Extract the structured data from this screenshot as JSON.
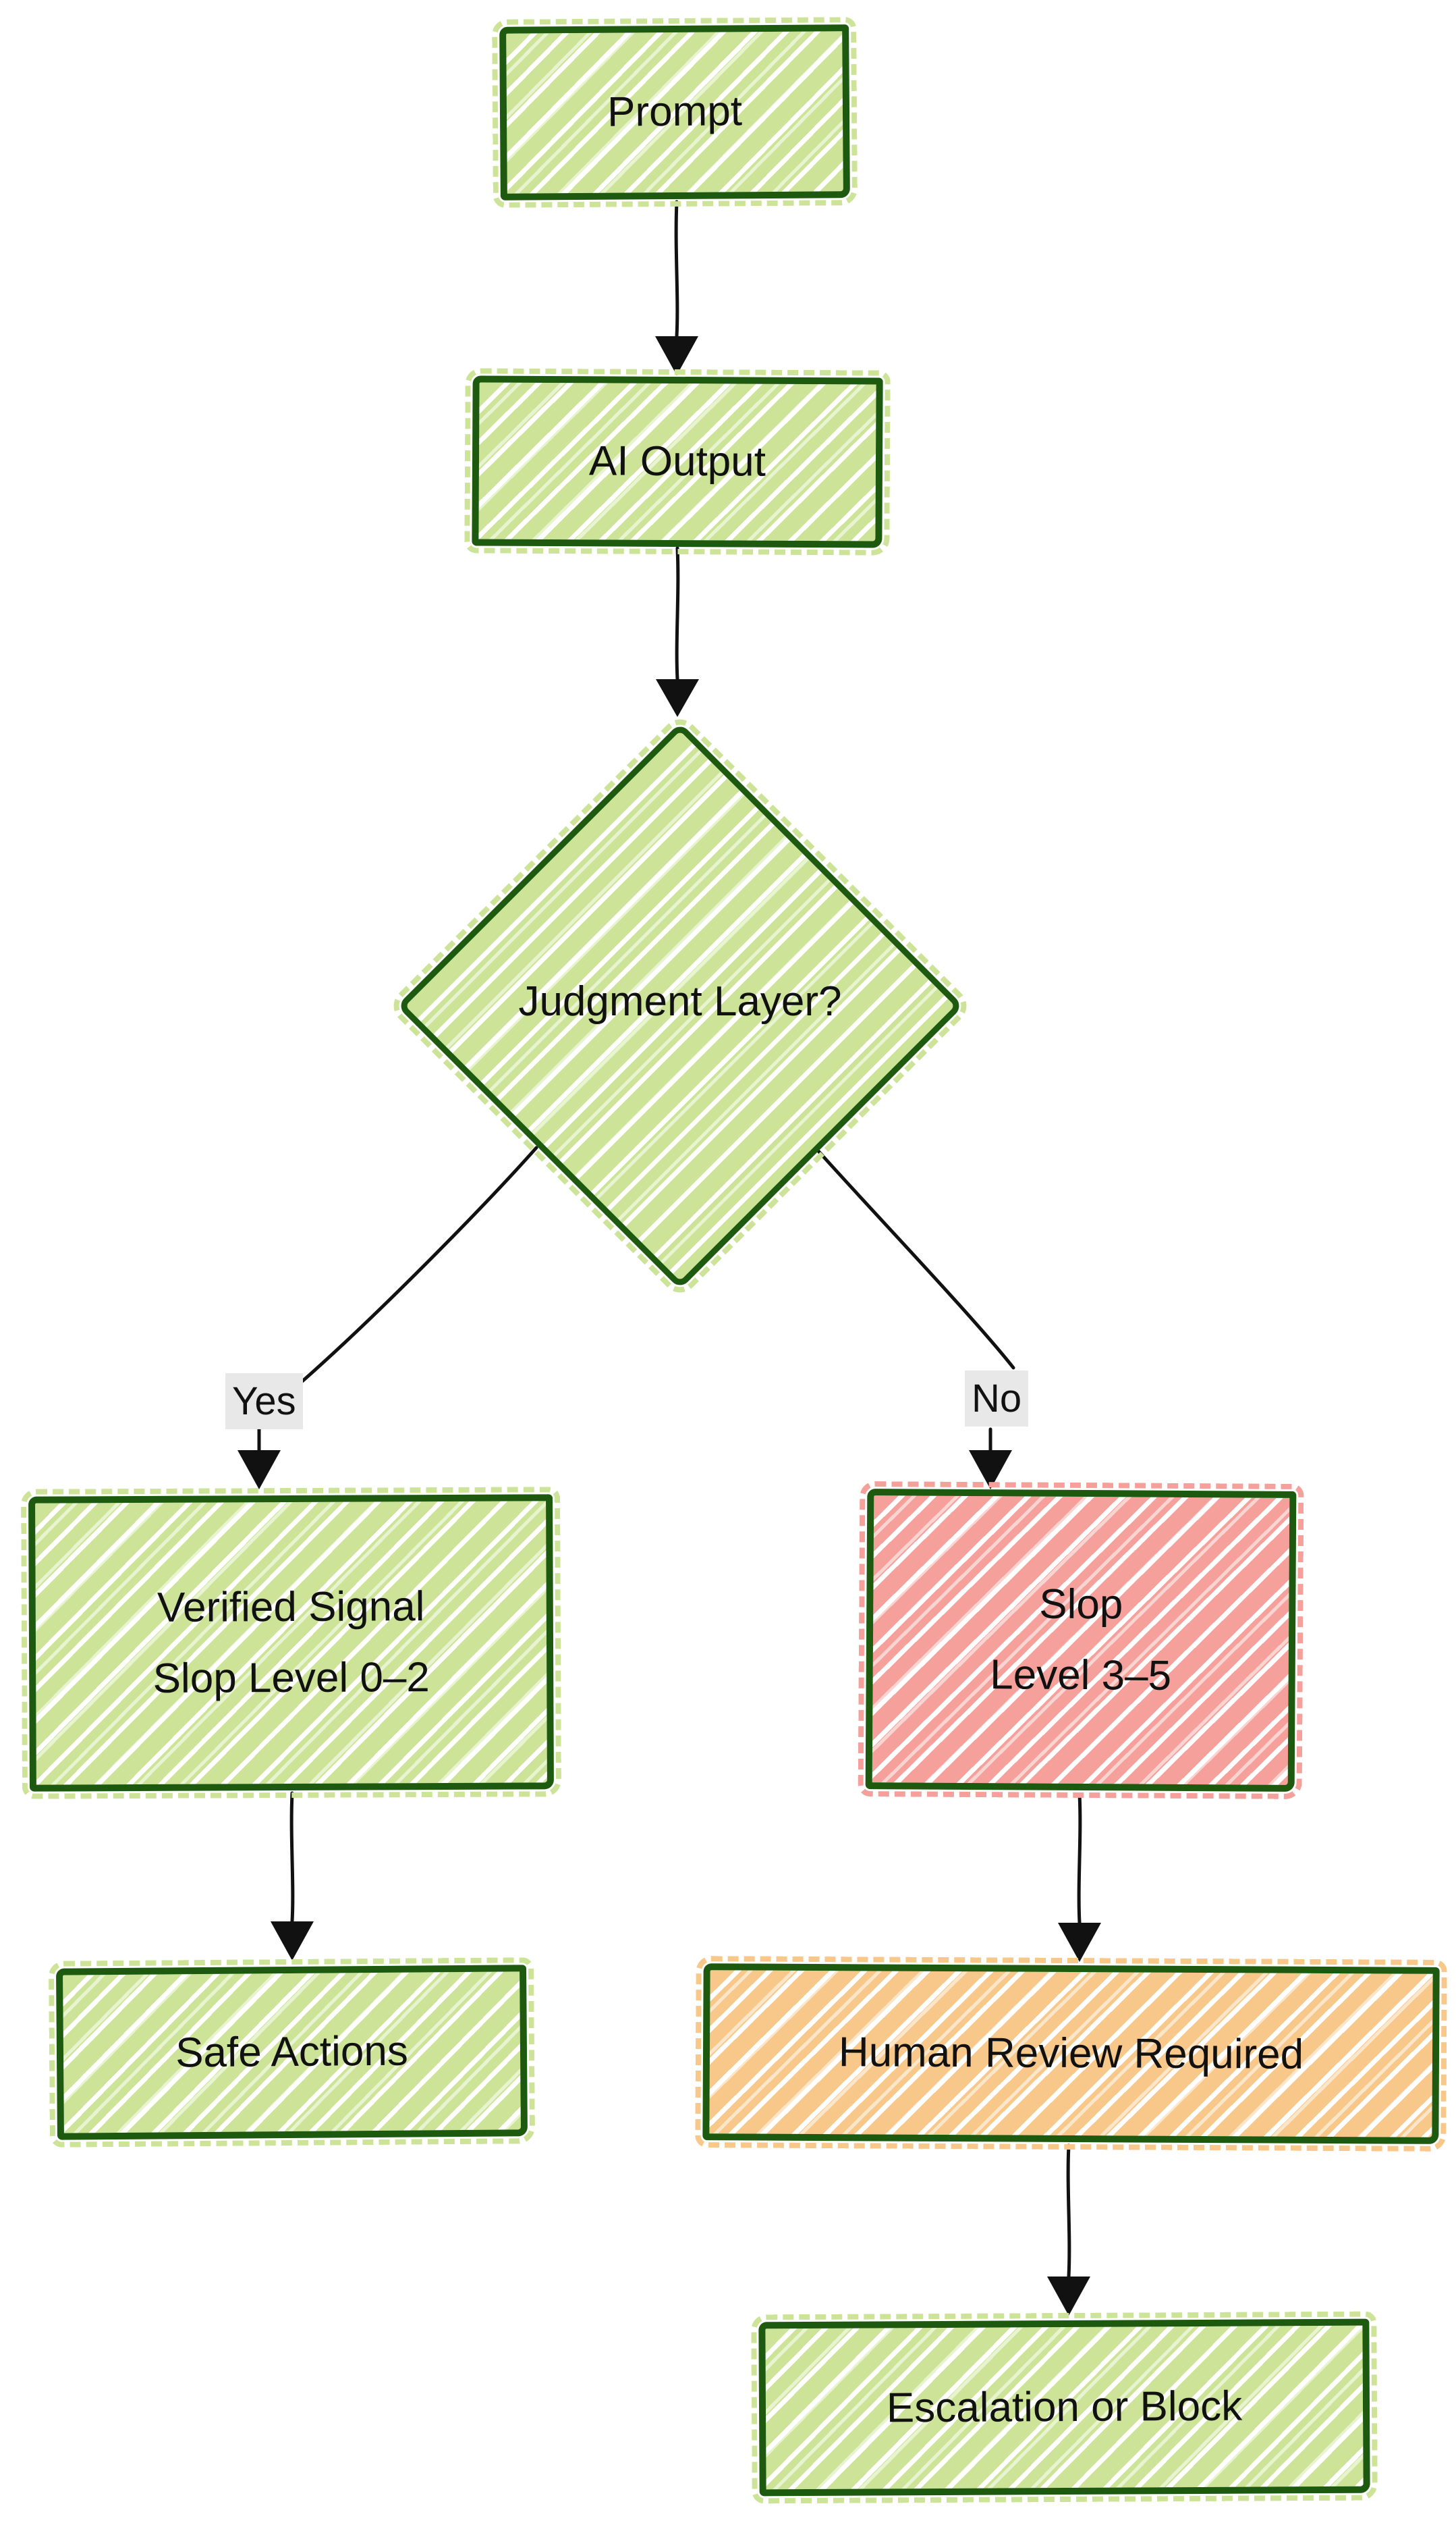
{
  "diagram": {
    "type": "flowchart",
    "direction": "top-down",
    "nodes": {
      "prompt": {
        "label": "Prompt",
        "shape": "rect",
        "fill": "#cde498"
      },
      "ai_output": {
        "label": "AI Output",
        "shape": "rect",
        "fill": "#cde498"
      },
      "judgment": {
        "label": "Judgment Layer?",
        "shape": "diamond",
        "fill": "#cde498"
      },
      "verified": {
        "label_line1": "Verified Signal",
        "label_line2": "Slop Level 0–2",
        "shape": "rect",
        "fill": "#cde498"
      },
      "slop": {
        "label_line1": "Slop",
        "label_line2": "Level 3–5",
        "shape": "rect",
        "fill": "#f5a09a"
      },
      "safe_actions": {
        "label": "Safe Actions",
        "shape": "rect",
        "fill": "#cde498"
      },
      "human_review": {
        "label": "Human Review Required",
        "shape": "rect",
        "fill": "#f8c78a"
      },
      "escalation": {
        "label": "Escalation or Block",
        "shape": "rect",
        "fill": "#cde498"
      }
    },
    "edge_labels": {
      "yes": "Yes",
      "no": "No"
    },
    "edges_described": [
      "Prompt -> AI Output",
      "AI Output -> Judgment Layer?",
      "Judgment Layer? -Yes-> Verified Signal Slop Level 0–2",
      "Judgment Layer? -No-> Slop Level 3–5",
      "Verified Signal Slop Level 0–2 -> Safe Actions",
      "Slop Level 3–5 -> Human Review Required",
      "Human Review Required -> Escalation or Block"
    ],
    "colors": {
      "canvas-bg": "#ffffff",
      "ink": "#111111",
      "node-green-fill": "#cde498",
      "node-green-border": "#1d5a10",
      "node-red-fill": "#f5a09a",
      "node-orange-fill": "#f8c78a",
      "edge-label-bg": "#e8e8e8"
    }
  }
}
